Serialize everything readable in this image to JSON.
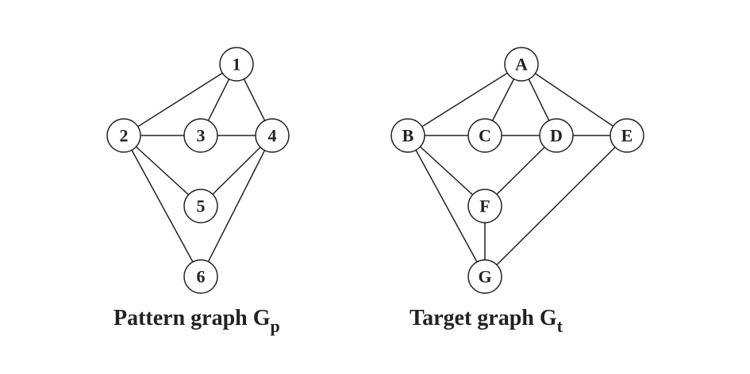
{
  "graphs": [
    {
      "id": "pattern",
      "caption_main": "Pattern graph G",
      "caption_sub": "p",
      "nodes": [
        "1",
        "2",
        "3",
        "4",
        "5",
        "6"
      ],
      "edges": [
        [
          "1",
          "2"
        ],
        [
          "1",
          "3"
        ],
        [
          "1",
          "4"
        ],
        [
          "2",
          "3"
        ],
        [
          "3",
          "4"
        ],
        [
          "2",
          "5"
        ],
        [
          "4",
          "5"
        ],
        [
          "2",
          "6"
        ],
        [
          "4",
          "6"
        ]
      ]
    },
    {
      "id": "target",
      "caption_main": "Target graph G",
      "caption_sub": "t",
      "nodes": [
        "A",
        "B",
        "C",
        "D",
        "E",
        "F",
        "G"
      ],
      "edges": [
        [
          "A",
          "B"
        ],
        [
          "A",
          "C"
        ],
        [
          "A",
          "D"
        ],
        [
          "A",
          "E"
        ],
        [
          "B",
          "C"
        ],
        [
          "C",
          "D"
        ],
        [
          "D",
          "E"
        ],
        [
          "B",
          "F"
        ],
        [
          "D",
          "F"
        ],
        [
          "F",
          "G"
        ],
        [
          "B",
          "G"
        ],
        [
          "E",
          "G"
        ]
      ]
    }
  ]
}
